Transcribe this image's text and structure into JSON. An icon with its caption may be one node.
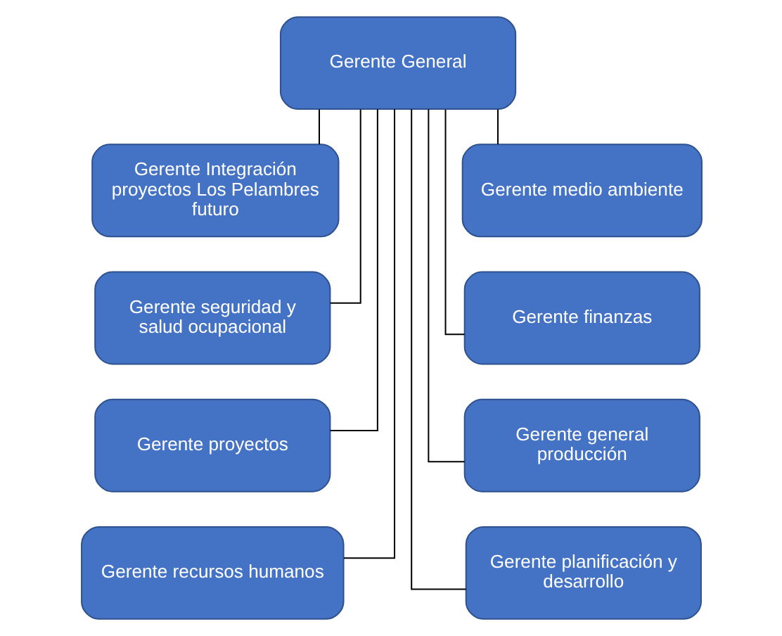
{
  "diagram": {
    "nodes": [
      {
        "text": [
          "Gerente General"
        ]
      },
      {
        "text": [
          "Gerente Integración proyectos Los Pelambres futuro"
        ]
      },
      {
        "text": [
          "Gerente medio ambiente"
        ]
      },
      {
        "text": [
          "Gerente seguridad y salud ocupacional"
        ]
      },
      {
        "text": [
          "Gerente finanzas"
        ]
      },
      {
        "text": [
          "Gerente proyectos"
        ]
      },
      {
        "text": [
          "Gerente general producción"
        ]
      },
      {
        "text": [
          "Gerente recursos humanos"
        ]
      },
      {
        "text": [
          "Gerente planificación y desarrollo"
        ]
      }
    ],
    "edges": [
      {
        "from": 0,
        "to": 1,
        "arrow": "none"
      },
      {
        "from": 0,
        "to": 2,
        "arrow": "none"
      },
      {
        "from": 0,
        "to": 3,
        "arrow": "none"
      },
      {
        "from": 0,
        "to": 4,
        "arrow": "none"
      },
      {
        "from": 0,
        "to": 5,
        "arrow": "none"
      },
      {
        "from": 0,
        "to": 6,
        "arrow": "none"
      },
      {
        "from": 0,
        "to": 7,
        "arrow": "none"
      },
      {
        "from": 0,
        "to": 8,
        "arrow": "none"
      }
    ]
  }
}
